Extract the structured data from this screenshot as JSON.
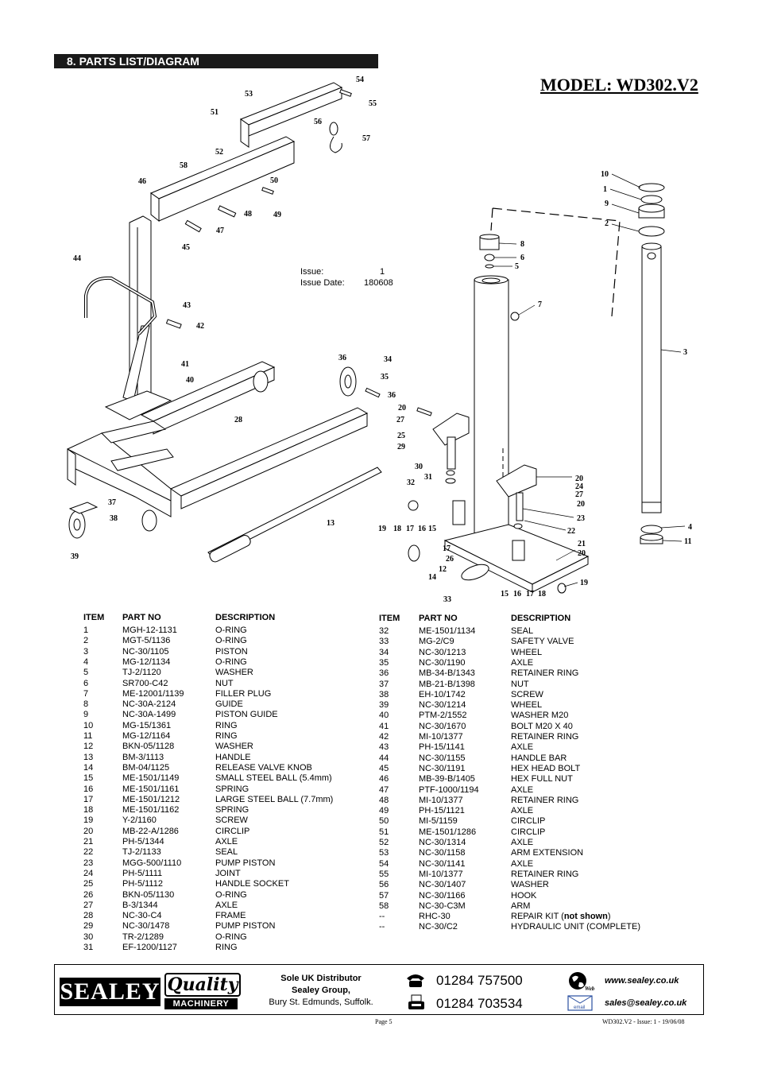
{
  "section": {
    "title": "8.   PARTS LIST/DIAGRAM"
  },
  "model": {
    "title": "MODEL: WD302.V2"
  },
  "issue": {
    "issue_label": "Issue:",
    "issue_value": "1",
    "date_label": "Issue Date:",
    "date_value": "180608"
  },
  "diagram": {
    "callouts": [
      "54",
      "53",
      "55",
      "51",
      "56",
      "57",
      "52",
      "58",
      "46",
      "50",
      "49",
      "48",
      "47",
      "45",
      "44",
      "43",
      "42",
      "41",
      "40",
      "28",
      "36",
      "34",
      "35",
      "36",
      "20",
      "27",
      "25",
      "29",
      "30",
      "31",
      "32",
      "19",
      "18",
      "17",
      "16",
      "15",
      "17",
      "26",
      "12",
      "14",
      "33",
      "37",
      "38",
      "39",
      "13",
      "10",
      "1",
      "9",
      "2",
      "8",
      "6",
      "5",
      "7",
      "3",
      "20",
      "24",
      "27",
      "20",
      "23",
      "22",
      "21",
      "20",
      "19",
      "15",
      "16",
      "17",
      "18",
      "4",
      "11"
    ]
  },
  "table": {
    "headers": {
      "item": "ITEM",
      "part_no": "PART NO",
      "description": "DESCRIPTION"
    },
    "left_rows": [
      [
        "1",
        "MGH-12-1131",
        "O-RING"
      ],
      [
        "2",
        "MGT-5/1136",
        "O-RING"
      ],
      [
        "3",
        "NC-30/1105",
        "PISTON"
      ],
      [
        "4",
        "MG-12/1134",
        "O-RING"
      ],
      [
        "5",
        "TJ-2/1120",
        "WASHER"
      ],
      [
        "6",
        "SR700-C42",
        "NUT"
      ],
      [
        "7",
        "ME-12001/1139",
        "FILLER PLUG"
      ],
      [
        "8",
        "NC-30A-2124",
        "GUIDE"
      ],
      [
        "9",
        "NC-30A-1499",
        "PISTON GUIDE"
      ],
      [
        "10",
        "MG-15/1361",
        "RING"
      ],
      [
        "11",
        "MG-12/1164",
        "RING"
      ],
      [
        "12",
        "BKN-05/1128",
        "WASHER"
      ],
      [
        "13",
        "BM-3/1113",
        "HANDLE"
      ],
      [
        "14",
        "BM-04/1125",
        "RELEASE VALVE KNOB"
      ],
      [
        "15",
        "ME-1501/1149",
        "SMALL STEEL BALL (5.4mm)"
      ],
      [
        "16",
        "ME-1501/1161",
        "SPRING"
      ],
      [
        "17",
        "ME-1501/1212",
        "LARGE STEEL BALL (7.7mm)"
      ],
      [
        "18",
        "ME-1501/1162",
        "SPRING"
      ],
      [
        "19",
        "Y-2/1160",
        "SCREW"
      ],
      [
        "20",
        "MB-22-A/1286",
        "CIRCLIP"
      ],
      [
        "21",
        "PH-5/1344",
        "AXLE"
      ],
      [
        "22",
        "TJ-2/1133",
        "SEAL"
      ],
      [
        "23",
        "MGG-500/1110",
        "PUMP PISTON"
      ],
      [
        "24",
        "PH-5/1111",
        "JOINT"
      ],
      [
        "25",
        "PH-5/1112",
        "HANDLE SOCKET"
      ],
      [
        "26",
        "BKN-05/1130",
        "O-RING"
      ],
      [
        "27",
        "B-3/1344",
        "AXLE"
      ],
      [
        "28",
        "NC-30-C4",
        "FRAME"
      ],
      [
        "29",
        "NC-30/1478",
        "PUMP PISTON"
      ],
      [
        "30",
        "TR-2/1289",
        "O-RING"
      ],
      [
        "31",
        "EF-1200/1127",
        "RING"
      ]
    ],
    "right_rows": [
      [
        "32",
        "ME-1501/1134",
        "SEAL"
      ],
      [
        "33",
        "MG-2/C9",
        "SAFETY VALVE"
      ],
      [
        "34",
        "NC-30/1213",
        "WHEEL"
      ],
      [
        "35",
        "NC-30/1190",
        "AXLE"
      ],
      [
        "36",
        "MB-34-B/1343",
        "RETAINER RING"
      ],
      [
        "37",
        "MB-21-B/1398",
        "NUT"
      ],
      [
        "38",
        "EH-10/1742",
        "SCREW"
      ],
      [
        "39",
        "NC-30/1214",
        "WHEEL"
      ],
      [
        "40",
        "PTM-2/1552",
        "WASHER M20"
      ],
      [
        "41",
        "NC-30/1670",
        "BOLT M20 X 40"
      ],
      [
        "42",
        "MI-10/1377",
        "RETAINER RING"
      ],
      [
        "43",
        "PH-15/1141",
        "AXLE"
      ],
      [
        "44",
        "NC-30/1155",
        "HANDLE BAR"
      ],
      [
        "45",
        "NC-30/1191",
        "HEX HEAD BOLT"
      ],
      [
        "46",
        "MB-39-B/1405",
        "HEX FULL NUT"
      ],
      [
        "47",
        "PTF-1000/1194",
        "AXLE"
      ],
      [
        "48",
        "MI-10/1377",
        "RETAINER RING"
      ],
      [
        "49",
        "PH-15/1121",
        "AXLE"
      ],
      [
        "50",
        "MI-5/1159",
        "CIRCLIP"
      ],
      [
        "51",
        "ME-1501/1286",
        "CIRCLIP"
      ],
      [
        "52",
        "NC-30/1314",
        "AXLE"
      ],
      [
        "53",
        "NC-30/1158",
        "ARM EXTENSION"
      ],
      [
        "54",
        "NC-30/1141",
        "AXLE"
      ],
      [
        "55",
        "MI-10/1377",
        "RETAINER RING"
      ],
      [
        "56",
        "NC-30/1407",
        "WASHER"
      ],
      [
        "57",
        "NC-30/1166",
        "HOOK"
      ],
      [
        "58",
        "NC-30-C3M",
        "ARM"
      ],
      [
        "--",
        "RHC-30",
        "REPAIR KIT (not shown)"
      ],
      [
        "--",
        "NC-30/C2",
        "HYDRAULIC UNIT (COMPLETE)"
      ]
    ]
  },
  "footer": {
    "logo_sealey": "SEALEY",
    "logo_quality": "Quality",
    "logo_machinery": "MACHINERY",
    "dist_line1": "Sole UK Distributor",
    "dist_line2": "Sealey Group,",
    "dist_line3": "Bury St. Edmunds, Suffolk.",
    "phone": "01284 757500",
    "fax": "01284 703534",
    "web": "www.sealey.co.uk",
    "email": "sales@sealey.co.uk",
    "web_icon_label": "Web",
    "email_icon_label": "email",
    "page": "Page 5",
    "doc_ref": "WD302.V2 - Issue: 1 - 19/06/08"
  }
}
